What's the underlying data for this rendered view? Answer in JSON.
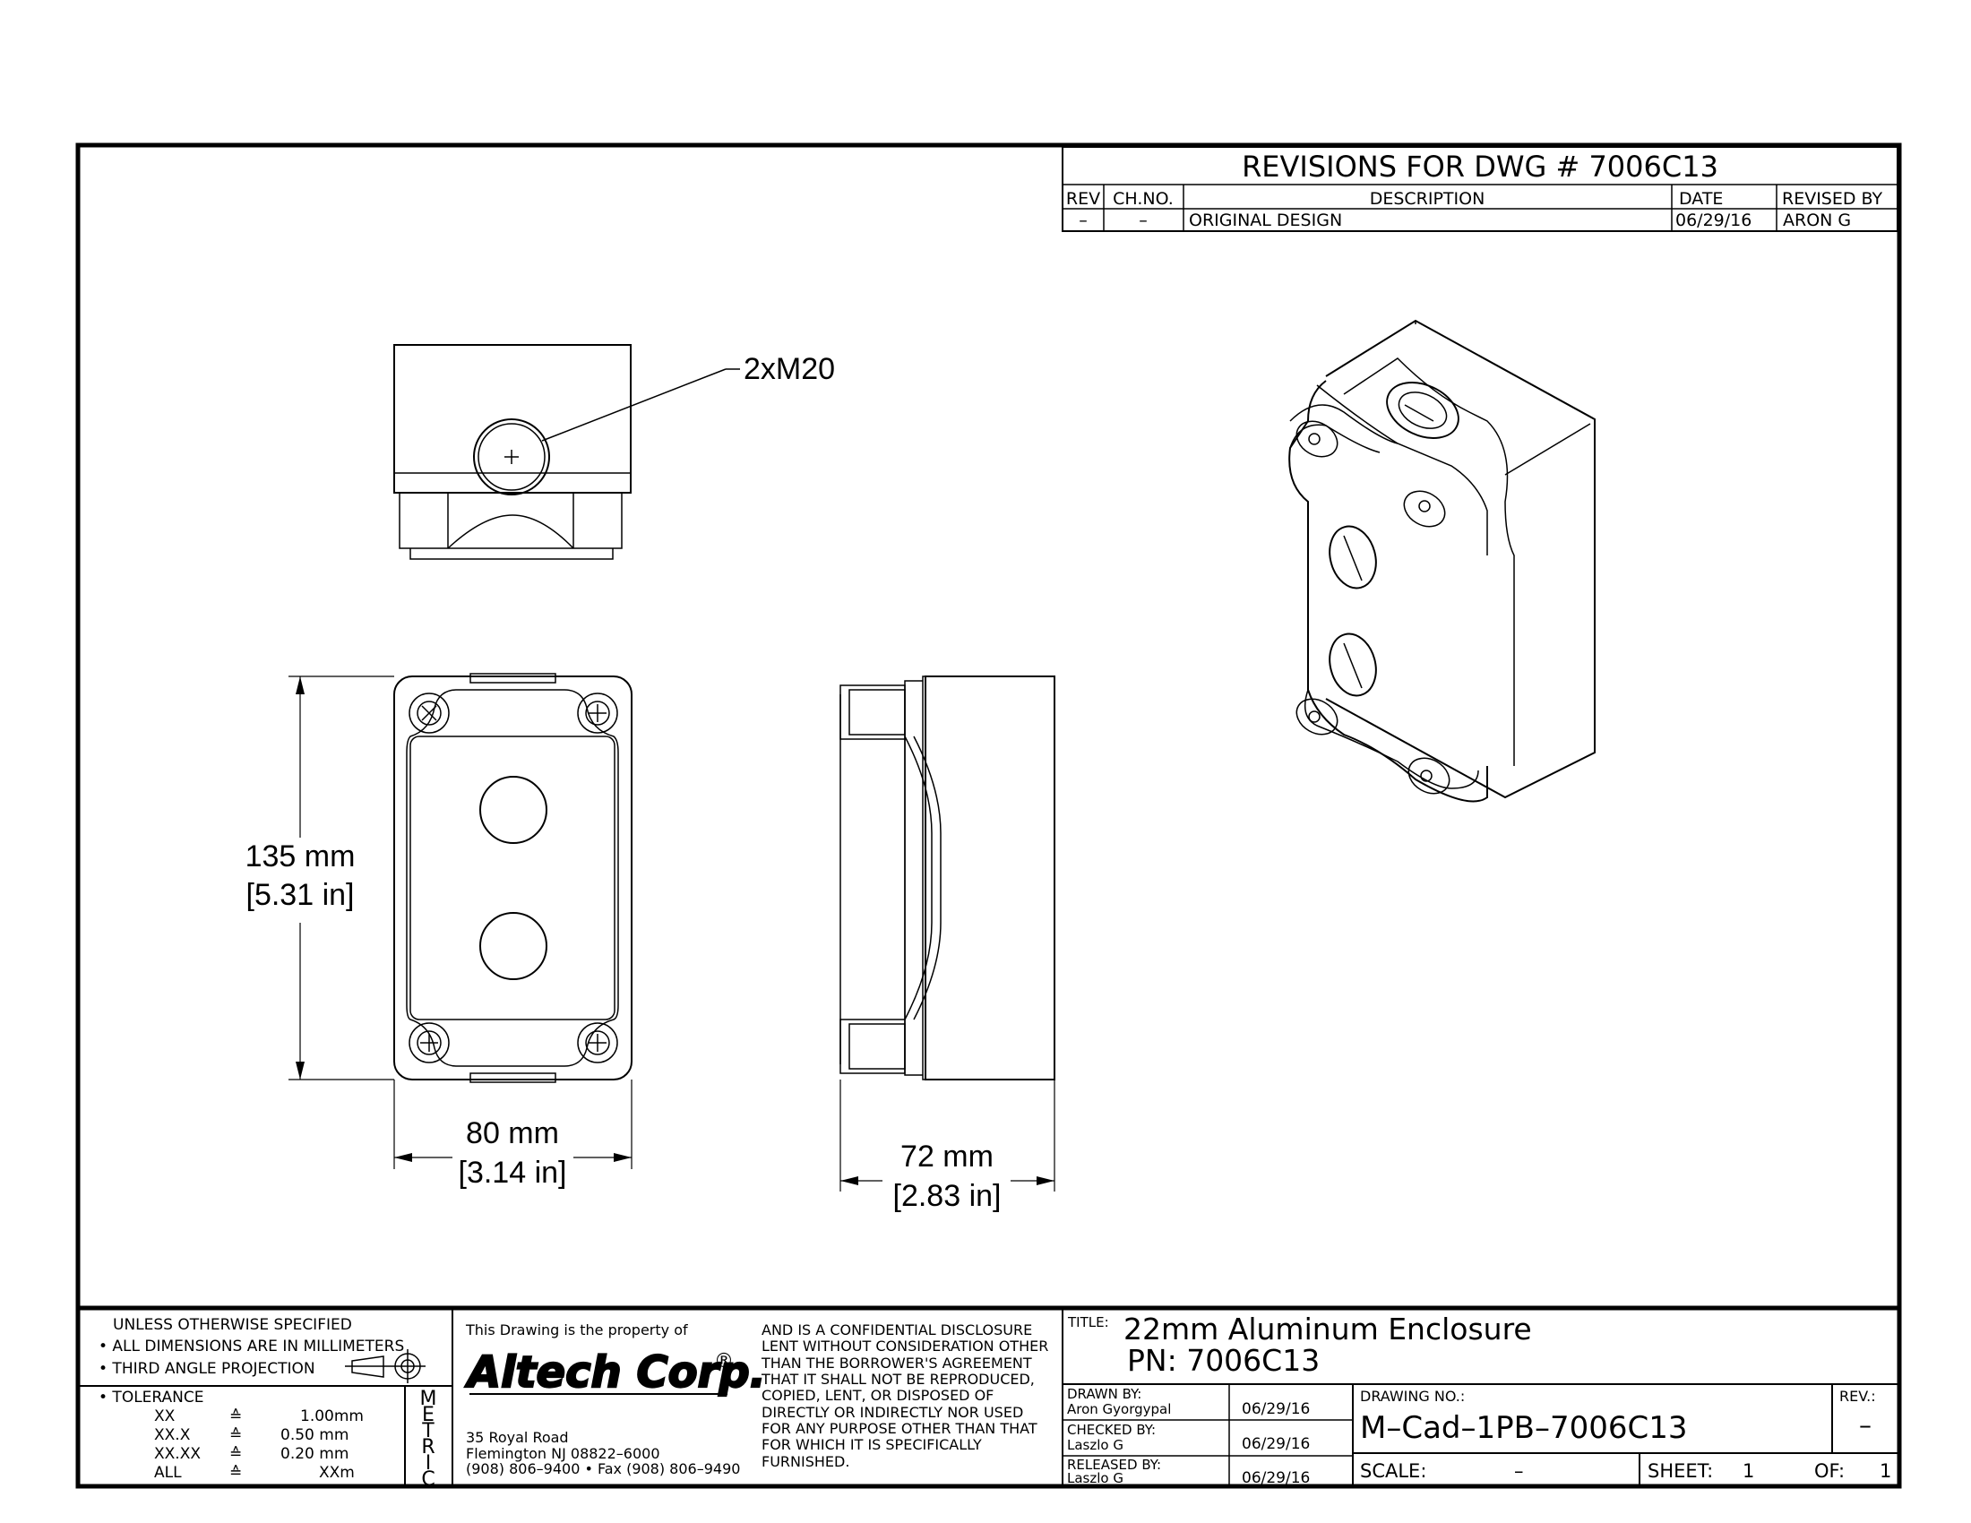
{
  "revisions": {
    "header": "REVISIONS  FOR  DWG  #  7006C13",
    "columns": [
      "REV",
      "CH.NO.",
      "DESCRIPTION",
      "DATE",
      "REVISED  BY"
    ],
    "rows": [
      {
        "rev": "–",
        "chno": "–",
        "description": "ORIGINAL  DESIGN",
        "date": "06/29/16",
        "revised_by": "ARON  G"
      }
    ]
  },
  "views": {
    "callout": "2xM20",
    "height_mm": "135 mm",
    "height_in": "[5.31 in]",
    "width_mm": "80 mm",
    "width_in": "[3.14 in]",
    "depth_mm": "72 mm",
    "depth_in": "[2.83 in]"
  },
  "notes": {
    "unless": "UNLESS  OTHERWISE  SPECIFIED",
    "dims": "• ALL  DIMENSIONS  ARE  IN  MILLIMETERS",
    "projection": "• THIRD  ANGLE  PROJECTION",
    "tolerance": "• TOLERANCE",
    "tol_rows": [
      {
        "fmt": "XX",
        "sym": "≙",
        "val": "1.00mm"
      },
      {
        "fmt": "XX.X",
        "sym": "≙",
        "val": "0.50 mm"
      },
      {
        "fmt": "XX.XX",
        "sym": "≙",
        "val": "0.20 mm"
      },
      {
        "fmt": "ALL",
        "sym": "≙",
        "val": "XXm"
      }
    ],
    "metric": [
      "M",
      "E",
      "T",
      "R",
      "I",
      "C"
    ]
  },
  "company": {
    "property_line": "This  Drawing  is  the  property  of",
    "logo": "Altech Corp.",
    "reg": "®",
    "address1": "35  Royal  Road",
    "address2": "Flemington  NJ  08822–6000",
    "phone": "(908)  806–9400 • Fax  (908)  806–9490",
    "disclosure": [
      "AND  IS  A  CONFIDENTIAL  DISCLOSURE",
      "LENT  WITHOUT  CONSIDERATION  OTHER",
      "THAN  THE  BORROWER'S  AGREEMENT",
      "THAT  IT  SHALL  NOT  BE  REPRODUCED,",
      "COPIED,  LENT,  OR  DISPOSED  OF",
      "DIRECTLY  OR  INDIRECTLY  NOR  USED",
      "FOR  ANY  PURPOSE  OTHER  THAN  THAT",
      "FOR  WHICH  IT  IS  SPECIFICALLY",
      "FURNISHED."
    ]
  },
  "title_block": {
    "title_label": "TITLE:",
    "title": "22mm  Aluminum  Enclosure",
    "pn": "PN:  7006C13",
    "drawn_by_label": "DRAWN  BY:",
    "drawn_by": "Aron  Gyorgypal",
    "drawn_date": "06/29/16",
    "checked_by_label": "CHECKED  BY:",
    "checked_by": "Laszlo  G",
    "checked_date": "06/29/16",
    "released_by_label": "RELEASED  BY:",
    "released_by": "Laszlo  G",
    "released_date": "06/29/16",
    "drawing_no_label": "DRAWING  NO.:",
    "drawing_no": "M–Cad–1PB–7006C13",
    "rev_label": "REV.:",
    "rev": "–",
    "scale_label": "SCALE:",
    "scale": "–",
    "sheet_label": "SHEET:",
    "sheet": "1",
    "of_label": "OF:",
    "of": "1"
  }
}
